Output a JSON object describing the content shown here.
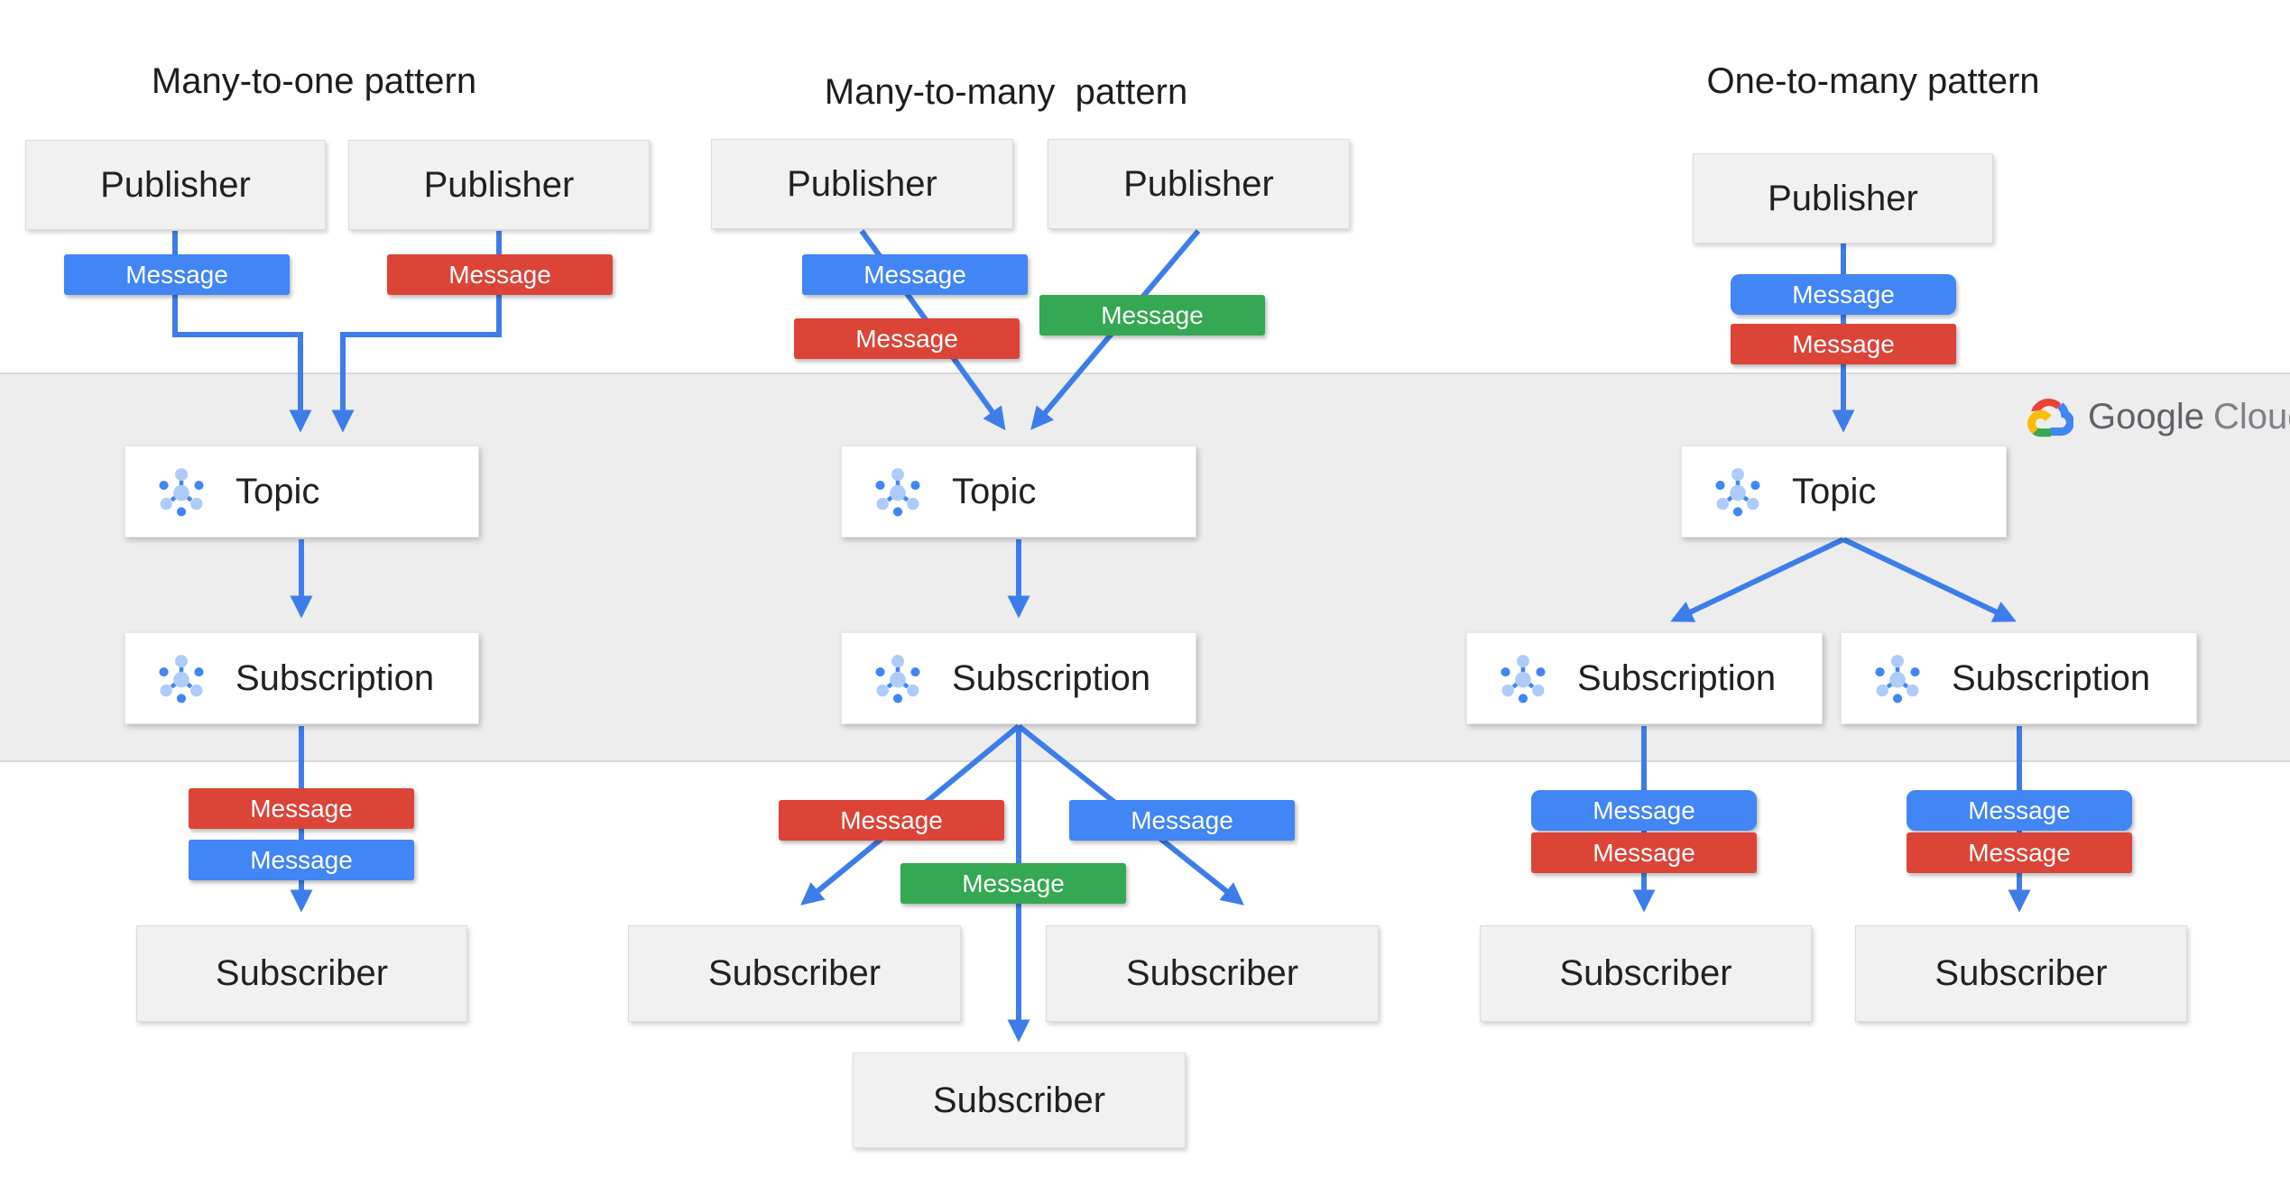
{
  "brand": {
    "google": "Google",
    "cloud": "Cloud"
  },
  "colors": {
    "message_blue": "#4285F4",
    "message_red": "#DB4437",
    "message_green": "#34A853",
    "arrow_blue": "#3E7DE9",
    "band_gray": "#EDEDED",
    "node_box_gray": "#F1F1F2",
    "node_box_white": "#FFFFFF",
    "title_text": "#1D1D1D",
    "logo_text_gray": "#5F6368"
  },
  "patterns": [
    {
      "title": "Many-to-one pattern",
      "publishers": [
        "Publisher",
        "Publisher"
      ],
      "topic": "Topic",
      "subscription": "Subscription",
      "subscribers": [
        "Subscriber"
      ],
      "publisher_messages": [
        {
          "color": "blue",
          "label": "Message"
        },
        {
          "color": "red",
          "label": "Message"
        }
      ],
      "subscriber_messages": [
        {
          "color": "red",
          "label": "Message"
        },
        {
          "color": "blue",
          "label": "Message"
        }
      ]
    },
    {
      "title": "Many-to-many  pattern",
      "publishers": [
        "Publisher",
        "Publisher"
      ],
      "topic": "Topic",
      "subscription": "Subscription",
      "subscribers": [
        "Subscriber",
        "Subscriber",
        "Subscriber"
      ],
      "publisher_messages": [
        {
          "color": "blue",
          "label": "Message"
        },
        {
          "color": "red",
          "label": "Message"
        },
        {
          "color": "green",
          "label": "Message"
        }
      ],
      "subscriber_messages": [
        {
          "color": "red",
          "label": "Message"
        },
        {
          "color": "blue",
          "label": "Message"
        },
        {
          "color": "green",
          "label": "Message"
        }
      ]
    },
    {
      "title": "One-to-many pattern",
      "publishers": [
        "Publisher"
      ],
      "topic": "Topic",
      "subscriptions": [
        "Subscription",
        "Subscription"
      ],
      "subscribers": [
        "Subscriber",
        "Subscriber"
      ],
      "publisher_messages": [
        {
          "color": "blue",
          "label": "Message"
        },
        {
          "color": "red",
          "label": "Message"
        }
      ],
      "subscription_messages": [
        [
          {
            "color": "blue",
            "label": "Message"
          },
          {
            "color": "red",
            "label": "Message"
          }
        ],
        [
          {
            "color": "blue",
            "label": "Message"
          },
          {
            "color": "red",
            "label": "Message"
          }
        ]
      ]
    }
  ]
}
